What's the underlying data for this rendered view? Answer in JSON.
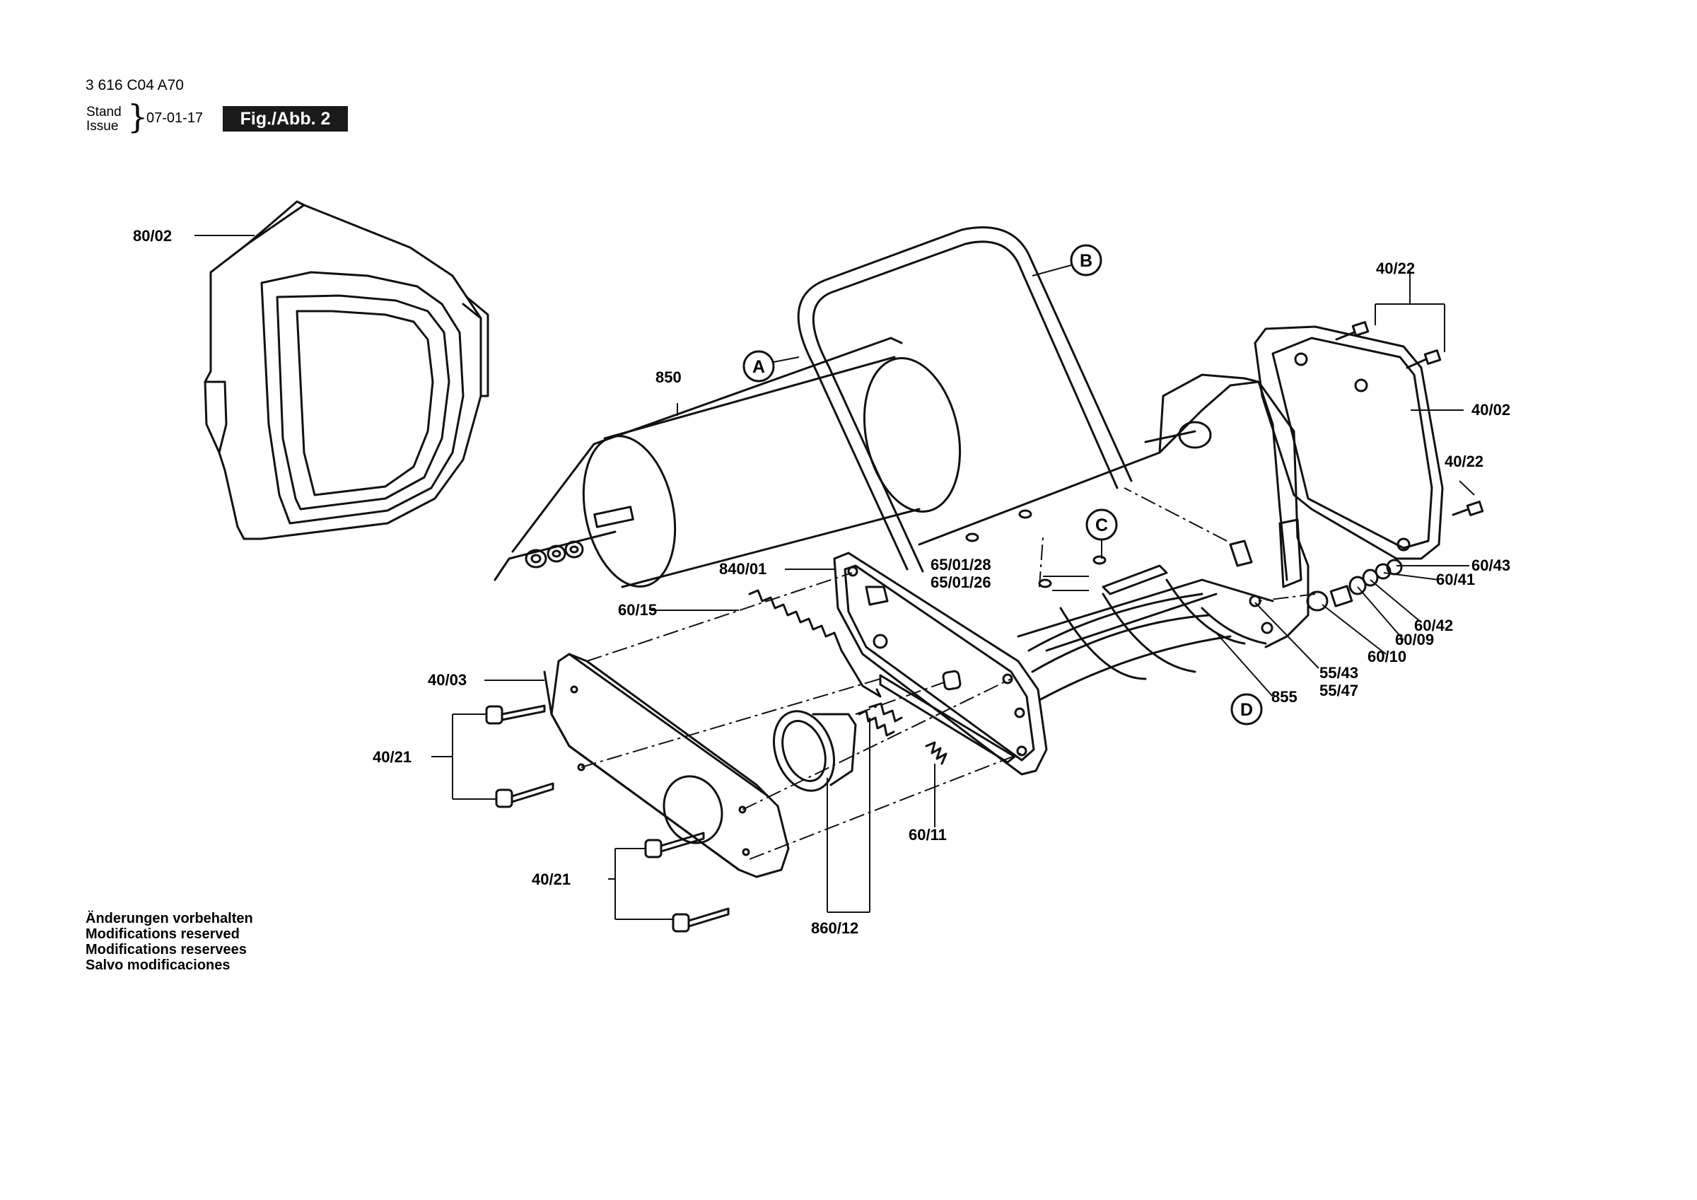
{
  "header": {
    "doc_number": "3 616 C04 A70",
    "stand_label": "Stand",
    "issue_label": "Issue",
    "brace": "}",
    "issue_date": "07-01-17",
    "figure_badge": "Fig./Abb. 2"
  },
  "labels": {
    "p80_02": "80/02",
    "p850": "850",
    "p840_01": "840/01",
    "p60_15": "60/15",
    "p40_03": "40/03",
    "p40_21_a": "40/21",
    "p40_21_b": "40/21",
    "p860_12": "860/12",
    "p60_11": "60/11",
    "p65_01_28": "65/01/28",
    "p65_01_26": "65/01/26",
    "p40_22_a": "40/22",
    "p40_02": "40/02",
    "p40_22_b": "40/22",
    "p60_43": "60/43",
    "p60_41": "60/41",
    "p60_42": "60/42",
    "p60_09": "60/09",
    "p60_10": "60/10",
    "p55_43": "55/43",
    "p55_47": "55/47",
    "p855": "855"
  },
  "callouts": {
    "a": "A",
    "b": "B",
    "c": "C",
    "d": "D"
  },
  "notes": [
    "Änderungen vorbehalten",
    "Modifications reserved",
    "Modifications reservees",
    "Salvo modificaciones"
  ]
}
